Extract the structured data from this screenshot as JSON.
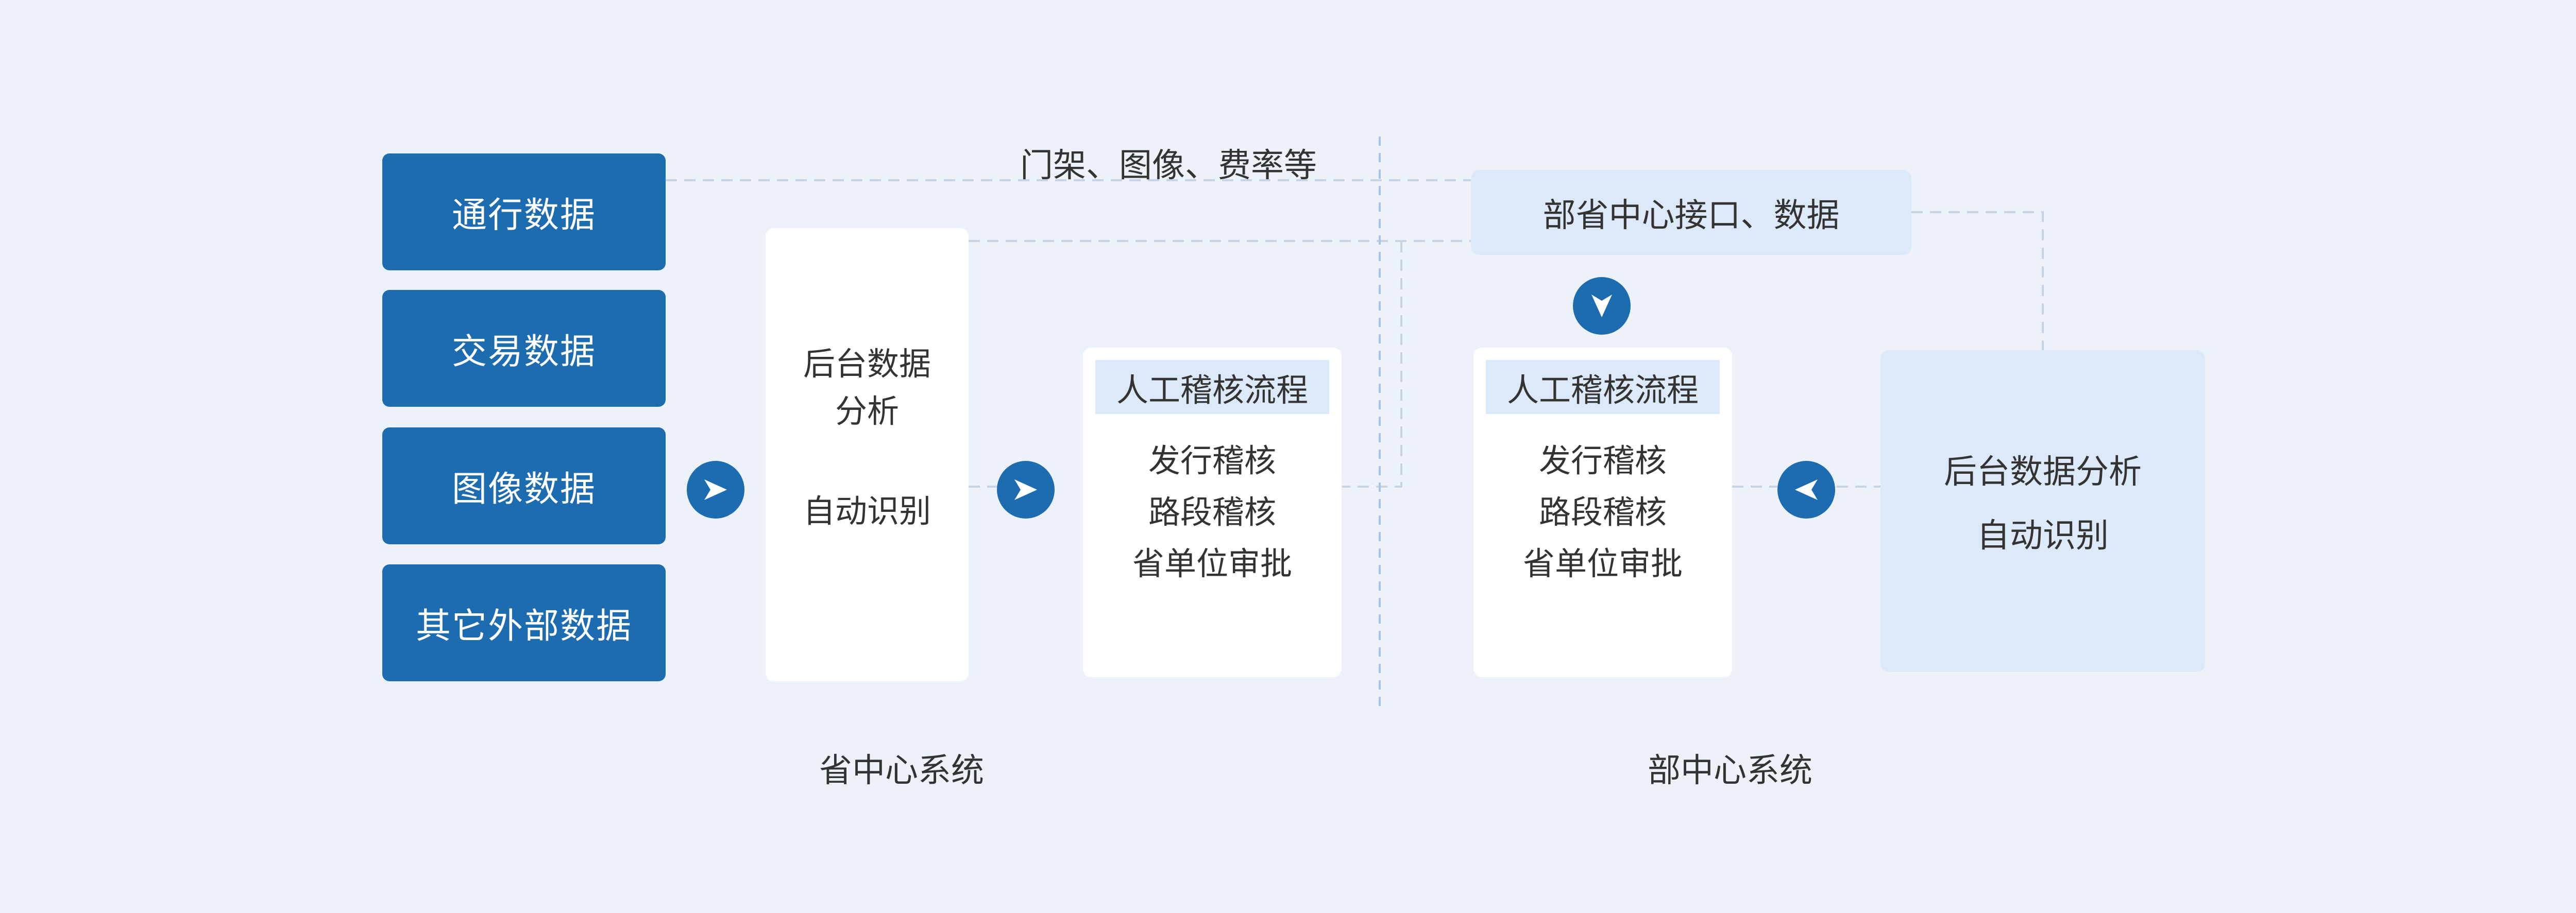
{
  "colors": {
    "background": "#edf2fa",
    "primary": "#1e6cb0",
    "light_panel": "#dbe9f8",
    "white": "#ffffff",
    "dashed": "#c6d4e6",
    "text": "#333333"
  },
  "sources": [
    {
      "label": "通行数据"
    },
    {
      "label": "交易数据"
    },
    {
      "label": "图像数据"
    },
    {
      "label": "其它外部数据"
    }
  ],
  "top_label": "门架、图像、费率等",
  "provincial": {
    "analysis": {
      "line1": "后台数据",
      "line2": "分析",
      "line3": "自动识别"
    },
    "audit": {
      "header": "人工稽核流程",
      "items": [
        "发行稽核",
        "路段稽核",
        "省单位审批"
      ]
    },
    "system_label": "省中心系统"
  },
  "ministry": {
    "interface": "部省中心接口、数据",
    "audit": {
      "header": "人工稽核流程",
      "items": [
        "发行稽核",
        "路段稽核",
        "省单位审批"
      ]
    },
    "analysis": {
      "line1": "后台数据分析",
      "line2": "自动识别"
    },
    "system_label": "部中心系统"
  },
  "icons": {
    "arrow_right": "arrow-right-icon",
    "arrow_down": "arrow-down-icon",
    "arrow_left": "arrow-left-icon"
  }
}
